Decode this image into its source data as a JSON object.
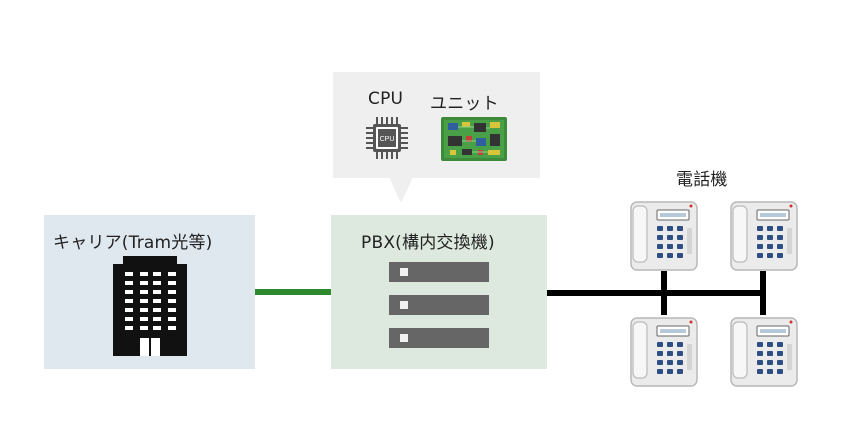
{
  "carrier": {
    "title": "キャリア(Tram光等)",
    "icon": "office-building-icon"
  },
  "pbx": {
    "title": "PBX(構内交換機)",
    "icon": "server-rack-icon"
  },
  "callout": {
    "cpu_label": "CPU",
    "cpu_chip_text": "CPU",
    "unit_label": "ユニット",
    "cpu_icon": "cpu-chip-icon",
    "unit_icon": "circuit-board-icon"
  },
  "phones": {
    "title": "電話機",
    "icon": "desk-phone-icon"
  },
  "colors": {
    "carrier_bg": "#dfe7ef",
    "pbx_bg": "#dde9df",
    "callout_bg": "#efefef",
    "carrier_link": "#2e8a2e",
    "phone_link": "#000000"
  }
}
